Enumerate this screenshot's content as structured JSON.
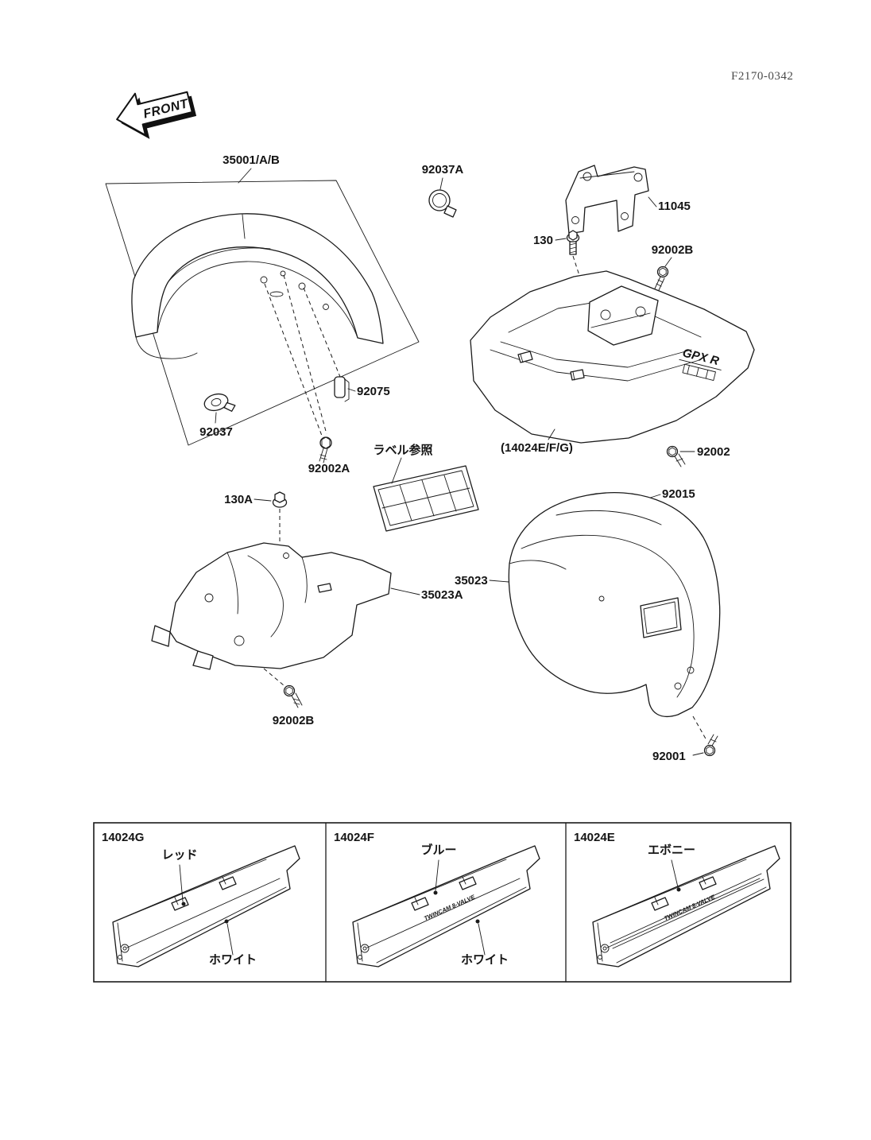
{
  "page": {
    "doc_code": "F2170-0342",
    "front_arrow": "FRONT",
    "label_reference_note": "ラベル参照"
  },
  "callouts": {
    "front_fender": "35001/A/B",
    "clamp": "92037A",
    "bracket": "11045",
    "bolt_130": "130",
    "screw_92002b_upper": "92002B",
    "damper_92075": "92075",
    "grommet_92037": "92037",
    "screw_92002a": "92002A",
    "fender_front_group": "(14024E/F/G)",
    "screw_92002": "92002",
    "bolt_130a": "130A",
    "hook_92015": "92015",
    "inner_fender": "35023A",
    "rear_fender": "35023",
    "screw_92002b_lower": "92002B",
    "screw_92001": "92001"
  },
  "artwork_text": {
    "gpx_logo": "GPX R",
    "twincam_decal": "TWINCAM 8-VALVE"
  },
  "variant_table": {
    "cells": [
      {
        "part_no": "14024G",
        "color_labels": [
          "レッド",
          "ホワイト"
        ]
      },
      {
        "part_no": "14024F",
        "color_labels": [
          "ブルー",
          "ホワイト"
        ]
      },
      {
        "part_no": "14024E",
        "color_labels": [
          "エボニー"
        ]
      }
    ]
  }
}
